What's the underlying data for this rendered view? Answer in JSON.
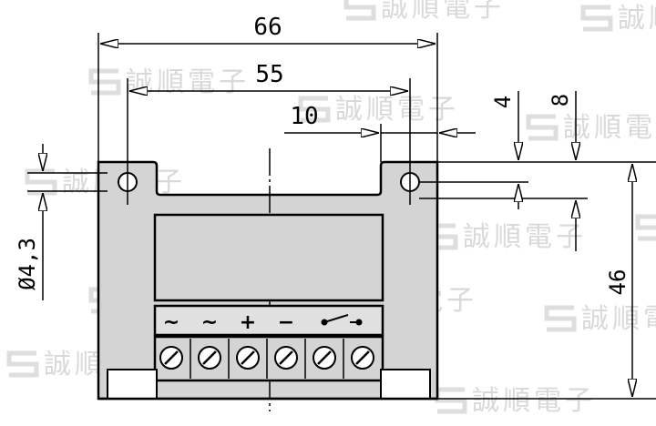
{
  "dimensions": {
    "overall_width": "66",
    "hole_spacing": "55",
    "edge_offset": "10",
    "hole_diameter": "Ø4,3",
    "top_offset_small": "4",
    "top_offset_large": "8",
    "overall_height": "46"
  },
  "terminals": {
    "labels": [
      "~",
      "~",
      "+",
      "−",
      "",
      ""
    ],
    "switch_icon": "switch-icon"
  },
  "watermark": {
    "text": "誠順電子",
    "logo_icon": "s-logo-icon"
  },
  "colors": {
    "body_fill": "#d4d4d4",
    "line": "#000000",
    "watermark": "#d9d9d9",
    "background": "#ffffff"
  }
}
